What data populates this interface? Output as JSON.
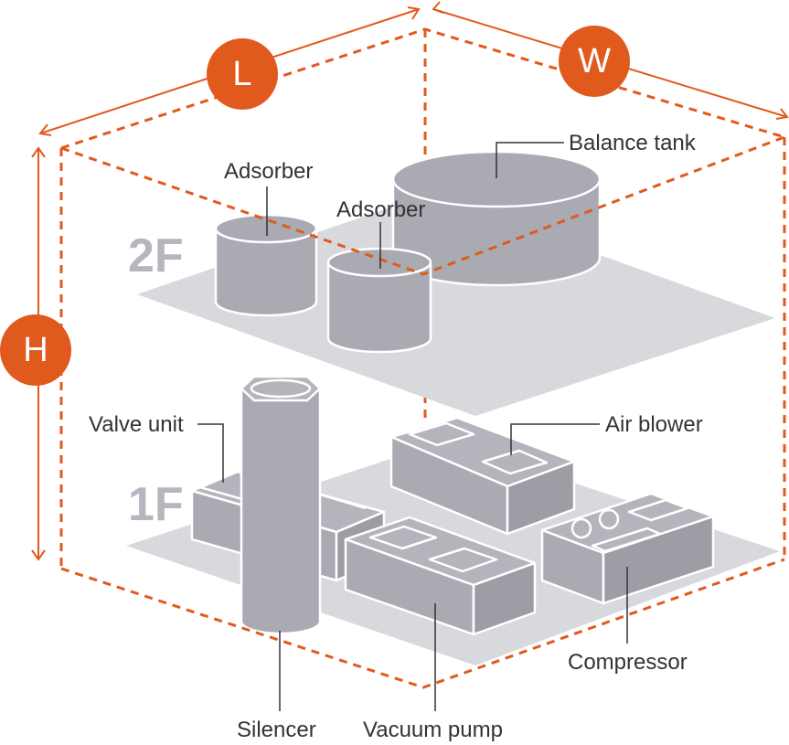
{
  "dimensions": {
    "length": "L",
    "width": "W",
    "height": "H"
  },
  "floors": {
    "second": "2F",
    "first": "1F"
  },
  "labels": {
    "adsorber_1": "Adsorber",
    "adsorber_2": "Adsorber",
    "balance_tank": "Balance tank",
    "valve_unit": "Valve unit",
    "air_blower": "Air blower",
    "compressor": "Compressor",
    "silencer": "Silencer",
    "vacuum_pump": "Vacuum pump"
  },
  "colors": {
    "accent": "#e05a1e",
    "equipment": "#a9aab2",
    "floor_plate": "#d8d9dc",
    "floor_label": "#b5b7be",
    "text": "#333333"
  }
}
